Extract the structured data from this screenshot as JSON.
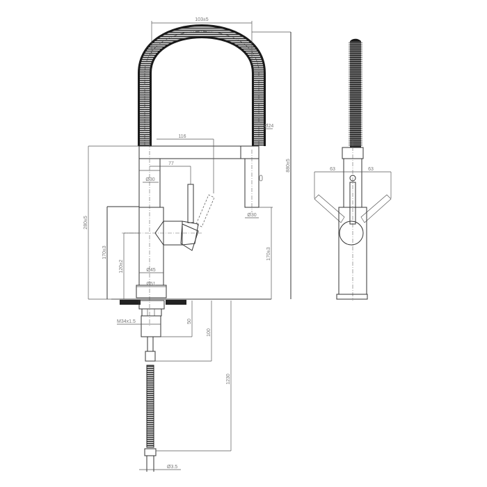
{
  "drawing": {
    "subject": "Pull-down kitchen faucet technical drawing",
    "views": [
      "front-view",
      "side-view"
    ],
    "line_color": "#333333",
    "label_color": "#777777"
  },
  "dimensions": {
    "spout_reach_top": "103±5",
    "hose_diameter": "Ø24",
    "spout_length": "116",
    "handle_offset": "77",
    "body_diameter": "Ø30",
    "sprayhead_diameter": "Ø30",
    "neck_diameter": "Ø45",
    "base_diameter": "Ø51",
    "thread": "M34x1.5",
    "shank_length": "50",
    "supply_stub_length": "100",
    "hose_length": "1230",
    "connector_diameter": "Ø3.5",
    "spout_height": "280±5",
    "body_height_left": "170±3",
    "handle_height": "120±2",
    "body_height_right": "170±3",
    "overall_height": "880±5",
    "handle_swing_left": "63",
    "handle_swing_right": "63"
  }
}
